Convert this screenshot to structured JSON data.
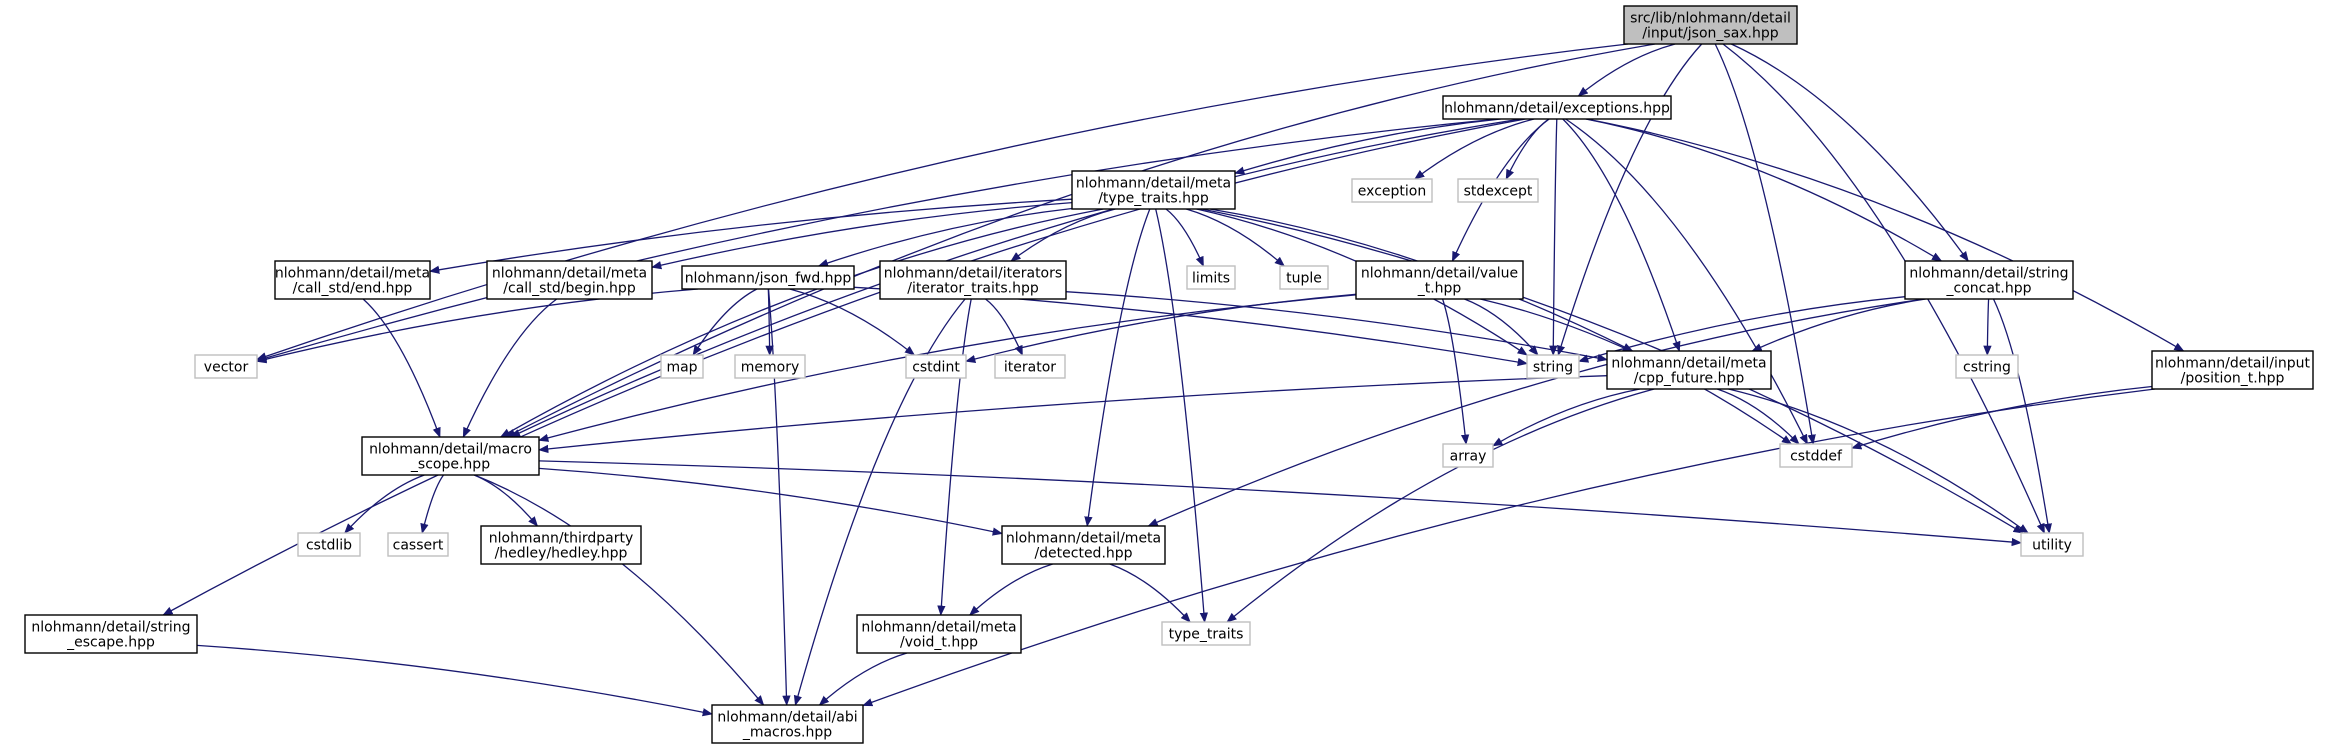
{
  "colors": {
    "edge": "#191970",
    "node_border": "#000000",
    "ext_border": "#bfbfbf",
    "root_fill": "#bfbfbf",
    "text": "#000000"
  },
  "nodes": [
    {
      "id": "json_sax",
      "lines": [
        "src/lib/nlohmann/detail",
        "/input/json_sax.hpp"
      ],
      "kind": "root"
    },
    {
      "id": "exceptions",
      "lines": [
        "nlohmann/detail/exceptions.hpp"
      ],
      "kind": "internal"
    },
    {
      "id": "type_traits_hpp",
      "lines": [
        "nlohmann/detail/meta",
        "/type_traits.hpp"
      ],
      "kind": "internal"
    },
    {
      "id": "exception",
      "lines": [
        "exception"
      ],
      "kind": "external"
    },
    {
      "id": "stdexcept",
      "lines": [
        "stdexcept"
      ],
      "kind": "external"
    },
    {
      "id": "call_end",
      "lines": [
        "nlohmann/detail/meta",
        "/call_std/end.hpp"
      ],
      "kind": "internal"
    },
    {
      "id": "call_begin",
      "lines": [
        "nlohmann/detail/meta",
        "/call_std/begin.hpp"
      ],
      "kind": "internal"
    },
    {
      "id": "json_fwd",
      "lines": [
        "nlohmann/json_fwd.hpp"
      ],
      "kind": "internal"
    },
    {
      "id": "iterator_traits",
      "lines": [
        "nlohmann/detail/iterators",
        "/iterator_traits.hpp"
      ],
      "kind": "internal"
    },
    {
      "id": "limits",
      "lines": [
        "limits"
      ],
      "kind": "external"
    },
    {
      "id": "tuple",
      "lines": [
        "tuple"
      ],
      "kind": "external"
    },
    {
      "id": "value_t",
      "lines": [
        "nlohmann/detail/value",
        "_t.hpp"
      ],
      "kind": "internal"
    },
    {
      "id": "string_concat",
      "lines": [
        "nlohmann/detail/string",
        "_concat.hpp"
      ],
      "kind": "internal"
    },
    {
      "id": "vector",
      "lines": [
        "vector"
      ],
      "kind": "external"
    },
    {
      "id": "map",
      "lines": [
        "map"
      ],
      "kind": "external"
    },
    {
      "id": "memory",
      "lines": [
        "memory"
      ],
      "kind": "external"
    },
    {
      "id": "cstdint",
      "lines": [
        "cstdint"
      ],
      "kind": "external"
    },
    {
      "id": "iterator",
      "lines": [
        "iterator"
      ],
      "kind": "external"
    },
    {
      "id": "string",
      "lines": [
        "string"
      ],
      "kind": "external"
    },
    {
      "id": "cpp_future",
      "lines": [
        "nlohmann/detail/meta",
        "/cpp_future.hpp"
      ],
      "kind": "internal"
    },
    {
      "id": "cstring",
      "lines": [
        "cstring"
      ],
      "kind": "external"
    },
    {
      "id": "position_t",
      "lines": [
        "nlohmann/detail/input",
        "/position_t.hpp"
      ],
      "kind": "internal"
    },
    {
      "id": "macro_scope",
      "lines": [
        "nlohmann/detail/macro",
        "_scope.hpp"
      ],
      "kind": "internal"
    },
    {
      "id": "array",
      "lines": [
        "array"
      ],
      "kind": "external"
    },
    {
      "id": "cstddef",
      "lines": [
        "cstddef"
      ],
      "kind": "external"
    },
    {
      "id": "cstdlib",
      "lines": [
        "cstdlib"
      ],
      "kind": "external"
    },
    {
      "id": "cassert",
      "lines": [
        "cassert"
      ],
      "kind": "external"
    },
    {
      "id": "hedley",
      "lines": [
        "nlohmann/thirdparty",
        "/hedley/hedley.hpp"
      ],
      "kind": "internal"
    },
    {
      "id": "detected",
      "lines": [
        "nlohmann/detail/meta",
        "/detected.hpp"
      ],
      "kind": "internal"
    },
    {
      "id": "utility",
      "lines": [
        "utility"
      ],
      "kind": "external"
    },
    {
      "id": "string_escape",
      "lines": [
        "nlohmann/detail/string",
        "_escape.hpp"
      ],
      "kind": "internal"
    },
    {
      "id": "void_t",
      "lines": [
        "nlohmann/detail/meta",
        "/void_t.hpp"
      ],
      "kind": "internal"
    },
    {
      "id": "type_traits_std",
      "lines": [
        "type_traits"
      ],
      "kind": "external"
    },
    {
      "id": "abi_macros",
      "lines": [
        "nlohmann/detail/abi",
        "_macros.hpp"
      ],
      "kind": "internal"
    }
  ],
  "edges": [
    [
      "json_sax",
      "exceptions"
    ],
    [
      "json_sax",
      "string_concat"
    ],
    [
      "json_sax",
      "vector"
    ],
    [
      "json_sax",
      "macro_scope"
    ],
    [
      "json_sax",
      "string"
    ],
    [
      "json_sax",
      "cstddef"
    ],
    [
      "json_sax",
      "utility"
    ],
    [
      "exceptions",
      "type_traits_hpp"
    ],
    [
      "exceptions",
      "exception"
    ],
    [
      "exceptions",
      "stdexcept"
    ],
    [
      "exceptions",
      "value_t"
    ],
    [
      "exceptions",
      "string_concat"
    ],
    [
      "exceptions",
      "position_t"
    ],
    [
      "exceptions",
      "macro_scope"
    ],
    [
      "exceptions",
      "cpp_future"
    ],
    [
      "exceptions",
      "string"
    ],
    [
      "exceptions",
      "cstddef"
    ],
    [
      "exceptions",
      "vector"
    ],
    [
      "exceptions",
      "string_escape"
    ],
    [
      "type_traits_hpp",
      "call_end"
    ],
    [
      "type_traits_hpp",
      "call_begin"
    ],
    [
      "type_traits_hpp",
      "json_fwd"
    ],
    [
      "type_traits_hpp",
      "iterator_traits"
    ],
    [
      "type_traits_hpp",
      "limits"
    ],
    [
      "type_traits_hpp",
      "tuple"
    ],
    [
      "type_traits_hpp",
      "cpp_future"
    ],
    [
      "type_traits_hpp",
      "string"
    ],
    [
      "type_traits_hpp",
      "utility"
    ],
    [
      "type_traits_hpp",
      "macro_scope"
    ],
    [
      "type_traits_hpp",
      "detected"
    ],
    [
      "type_traits_hpp",
      "type_traits_std"
    ],
    [
      "call_end",
      "macro_scope"
    ],
    [
      "call_begin",
      "macro_scope"
    ],
    [
      "json_fwd",
      "vector"
    ],
    [
      "json_fwd",
      "map"
    ],
    [
      "json_fwd",
      "memory"
    ],
    [
      "json_fwd",
      "cstdint"
    ],
    [
      "json_fwd",
      "string"
    ],
    [
      "json_fwd",
      "abi_macros"
    ],
    [
      "iterator_traits",
      "iterator"
    ],
    [
      "iterator_traits",
      "cpp_future"
    ],
    [
      "iterator_traits",
      "void_t"
    ],
    [
      "iterator_traits",
      "abi_macros"
    ],
    [
      "value_t",
      "cstdint"
    ],
    [
      "value_t",
      "string"
    ],
    [
      "value_t",
      "array"
    ],
    [
      "value_t",
      "cstddef"
    ],
    [
      "value_t",
      "macro_scope"
    ],
    [
      "string_concat",
      "string"
    ],
    [
      "string_concat",
      "cpp_future"
    ],
    [
      "string_concat",
      "cstring"
    ],
    [
      "string_concat",
      "utility"
    ],
    [
      "string_concat",
      "detected"
    ],
    [
      "cpp_future",
      "array"
    ],
    [
      "cpp_future",
      "cstddef"
    ],
    [
      "cpp_future",
      "utility"
    ],
    [
      "cpp_future",
      "macro_scope"
    ],
    [
      "cpp_future",
      "type_traits_std"
    ],
    [
      "position_t",
      "cstddef"
    ],
    [
      "position_t",
      "abi_macros"
    ],
    [
      "macro_scope",
      "cstdlib"
    ],
    [
      "macro_scope",
      "cassert"
    ],
    [
      "macro_scope",
      "hedley"
    ],
    [
      "macro_scope",
      "detected"
    ],
    [
      "macro_scope",
      "utility"
    ],
    [
      "macro_scope",
      "abi_macros"
    ],
    [
      "detected",
      "void_t"
    ],
    [
      "detected",
      "type_traits_std"
    ],
    [
      "string_escape",
      "abi_macros"
    ],
    [
      "void_t",
      "abi_macros"
    ]
  ]
}
